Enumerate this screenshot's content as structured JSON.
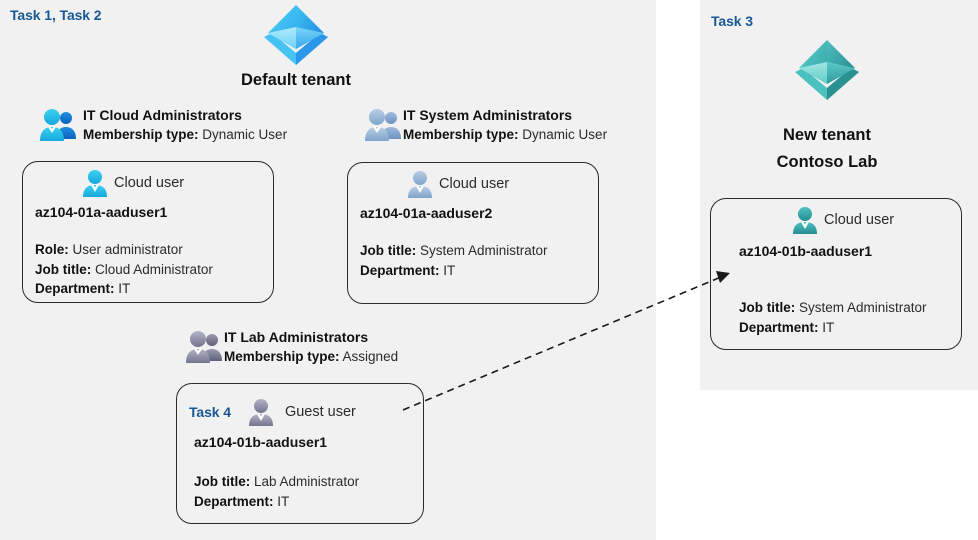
{
  "diagram": {
    "left_panel": {
      "task_label": "Task 1, Task 2",
      "tenant": {
        "name": "Default tenant",
        "icon": "azure-ad-tenant-icon",
        "icon_color": "#32a0f0"
      },
      "groups": [
        {
          "icon": "users-group-icon",
          "icon_color": "#2cc0ea",
          "name": "IT Cloud Administrators",
          "membership_label": "Membership type:",
          "membership_value": "Dynamic User",
          "user": {
            "icon": "user-icon",
            "icon_color": "#2cc0ea",
            "type": "Cloud user",
            "name": "az104-01a-aaduser1",
            "properties": [
              {
                "label": "Role:",
                "value": "User administrator"
              },
              {
                "label": "Job title:",
                "value": "Cloud Administrator"
              },
              {
                "label": "Department:",
                "value": "IT"
              }
            ]
          }
        },
        {
          "icon": "users-group-icon",
          "icon_color": "#9ab8d8",
          "name": "IT System Administrators",
          "membership_label": "Membership type:",
          "membership_value": "Dynamic User",
          "user": {
            "icon": "user-icon",
            "icon_color": "#9ab8d8",
            "type": "Cloud user",
            "name": "az104-01a-aaduser2",
            "properties": [
              {
                "label": "Job title:",
                "value": "System Administrator"
              },
              {
                "label": "Department:",
                "value": "IT"
              }
            ]
          }
        },
        {
          "icon": "users-group-icon",
          "icon_color": "#8f90ae",
          "name": "IT Lab Administrators",
          "membership_label": "Membership type:",
          "membership_value": "Assigned",
          "user": {
            "icon": "user-icon",
            "icon_color": "#8f90ae",
            "task_label": "Task 4",
            "type": "Guest user",
            "name": "az104-01b-aaduser1",
            "properties": [
              {
                "label": "Job title:",
                "value": "Lab Administrator"
              },
              {
                "label": "Department:",
                "value": "IT"
              }
            ]
          }
        }
      ]
    },
    "right_panel": {
      "task_label": "Task 3",
      "tenant": {
        "name_line1": "New  tenant",
        "name_line2": "Contoso Lab",
        "icon": "azure-ad-tenant-icon",
        "icon_color": "#3eb5b5"
      },
      "user": {
        "icon": "user-icon",
        "icon_color": "#32a5a5",
        "type": "Cloud user",
        "name": "az104-01b-aaduser1",
        "properties": [
          {
            "label": "Job title:",
            "value": "System Administrator"
          },
          {
            "label": "Department:",
            "value": "IT"
          }
        ]
      }
    },
    "connector": {
      "name": "guest-user-invite-arrow",
      "style": "dashed",
      "color": "#1a1a1a"
    },
    "colors": {
      "panel_background": "#f1f1f1",
      "task_accent": "#185894",
      "card_border": "#2b2b2b",
      "text": "#111111"
    }
  }
}
